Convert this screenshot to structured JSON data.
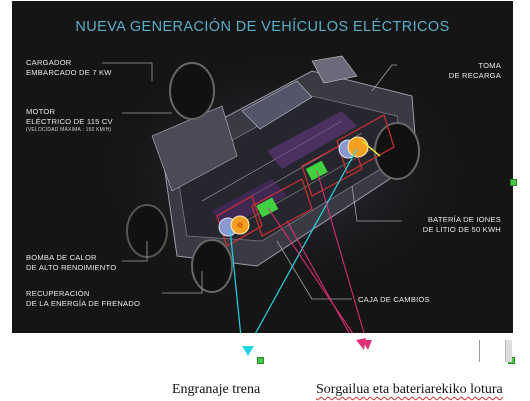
{
  "slide": {
    "title": "NUEVA GENERACIÓN DE VEHÍCULOS ELÉCTRICOS",
    "labels": {
      "cargador": [
        "CARGADOR",
        "EMBARCADO DE 7 KW"
      ],
      "motor": [
        "MOTOR",
        "ELÉCTRICO DE 115 CV"
      ],
      "motor_note": "(VELOCIDAD MÁXIMA : 150 KM/H)",
      "bomba": [
        "BOMBA DE CALOR",
        "DE ALTO RENDIMIENTO"
      ],
      "recuperacion": [
        "RECUPERACIÓN",
        "DE LA ENERGÍA DE FRENADO"
      ],
      "toma": [
        "TOMA",
        "DE RECARGA"
      ],
      "bateria": [
        "BATERÍA DE IONES",
        "DE LITIO DE 50 KWH"
      ],
      "caja": "CAJA DE CAMBIOS"
    }
  },
  "captions": {
    "left": "Engranaje trena",
    "right": "Sorgailua eta bateriarekiko lotura"
  },
  "colors": {
    "slide_bg": "#151515",
    "title": "#5aaec8",
    "arrow_cyan": "#22d6e6",
    "arrow_pink": "#e0307a",
    "component_orange": "#f5a020",
    "component_green": "#40d040",
    "handle_green": "#45c845"
  }
}
